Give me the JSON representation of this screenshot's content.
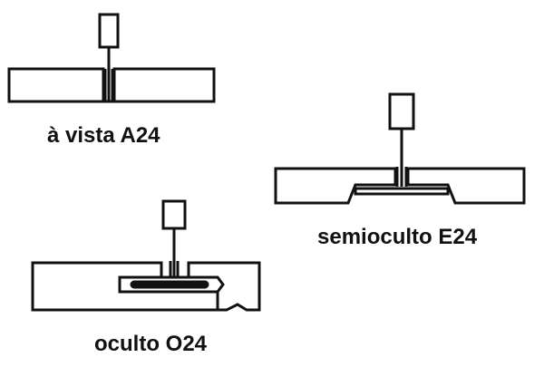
{
  "colors": {
    "stroke": "#111111",
    "background": "#ffffff"
  },
  "diagrams": [
    {
      "id": "a24",
      "label": "à vista A24"
    },
    {
      "id": "e24",
      "label": "semioculto E24"
    },
    {
      "id": "o24",
      "label": "oculto O24"
    }
  ]
}
